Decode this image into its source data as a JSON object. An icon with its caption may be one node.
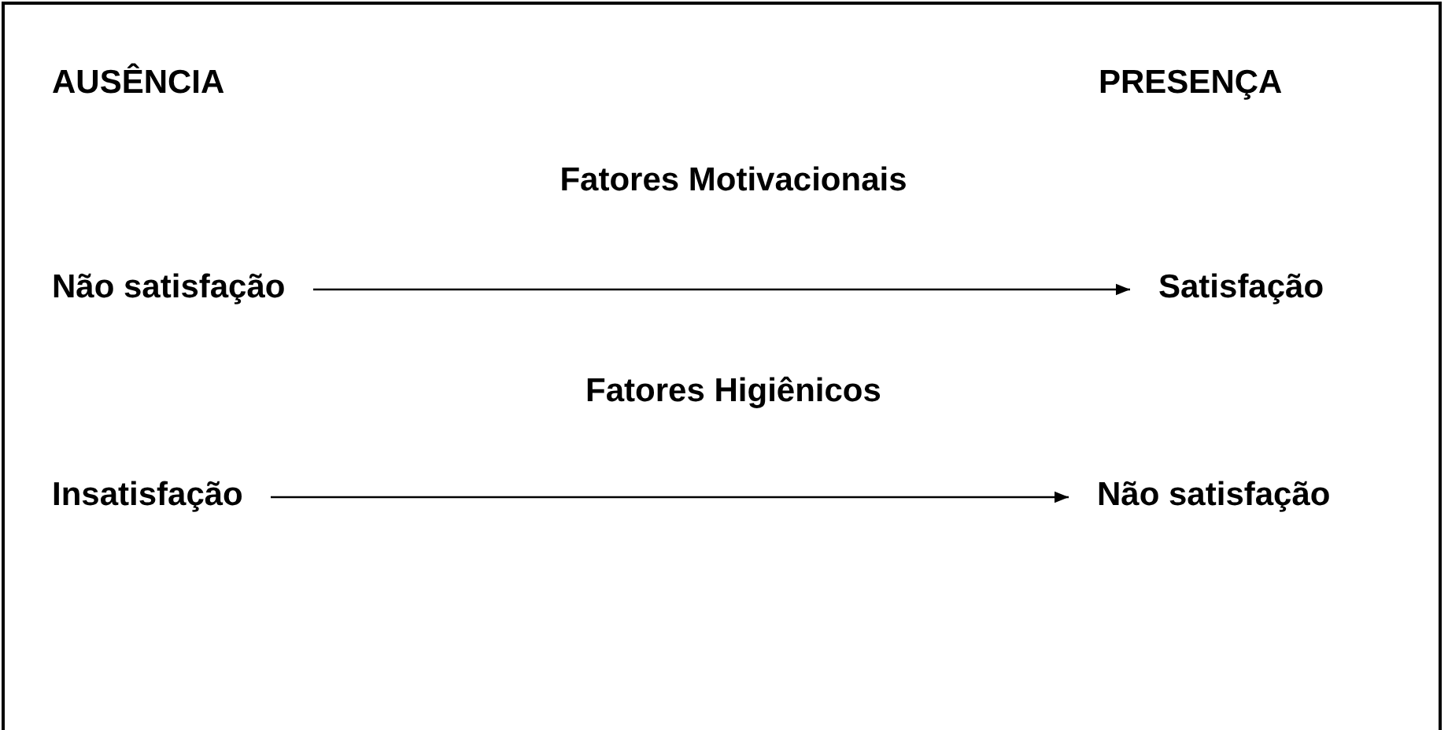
{
  "diagram": {
    "nodes": [
      {
        "text": [
          "Não satisfação"
        ]
      },
      {
        "text": [
          "Satisfação"
        ]
      },
      {
        "text": [
          "Insatisfação"
        ]
      },
      {
        "text": [
          "Não satisfação"
        ]
      }
    ],
    "edges": [
      {
        "from": 0,
        "to": 1,
        "arrow": "to"
      },
      {
        "from": 2,
        "to": 3,
        "arrow": "to"
      }
    ],
    "labels": [
      "AUSÊNCIA",
      "PRESENÇA",
      "Fatores Motivacionais",
      "Fatores Higiênicos"
    ]
  }
}
